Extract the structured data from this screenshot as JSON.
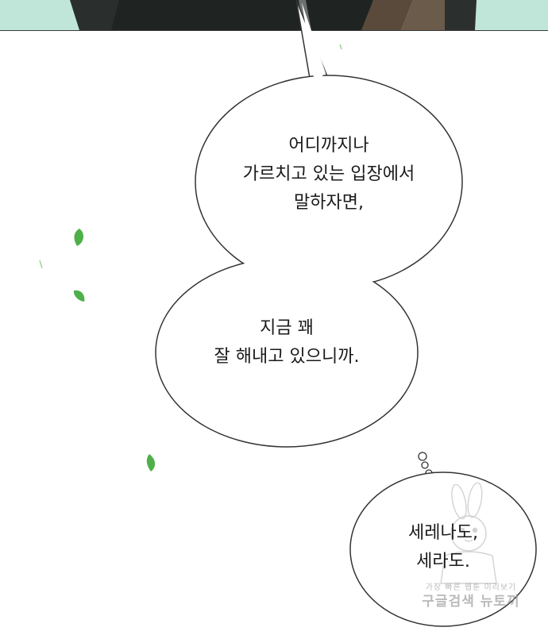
{
  "colors": {
    "panel_background": "#bfe6d9",
    "leaf_green": "#4fb04a",
    "bubble_outline": "#333333",
    "text": "#1a1a1a"
  },
  "speech_bubble_top": {
    "lines": [
      "어디까지나",
      "가르치고 있는 입장에서",
      "말하자면,"
    ]
  },
  "speech_bubble_middle": {
    "lines": [
      "지금 꽤",
      "잘 해내고 있으니까."
    ]
  },
  "thought_bubble": {
    "lines": [
      "세레나도,",
      "세라도."
    ]
  },
  "watermark": {
    "line1": "가장 빠른 웹툰 미리보기",
    "line2": "구글검색 뉴토끼"
  }
}
